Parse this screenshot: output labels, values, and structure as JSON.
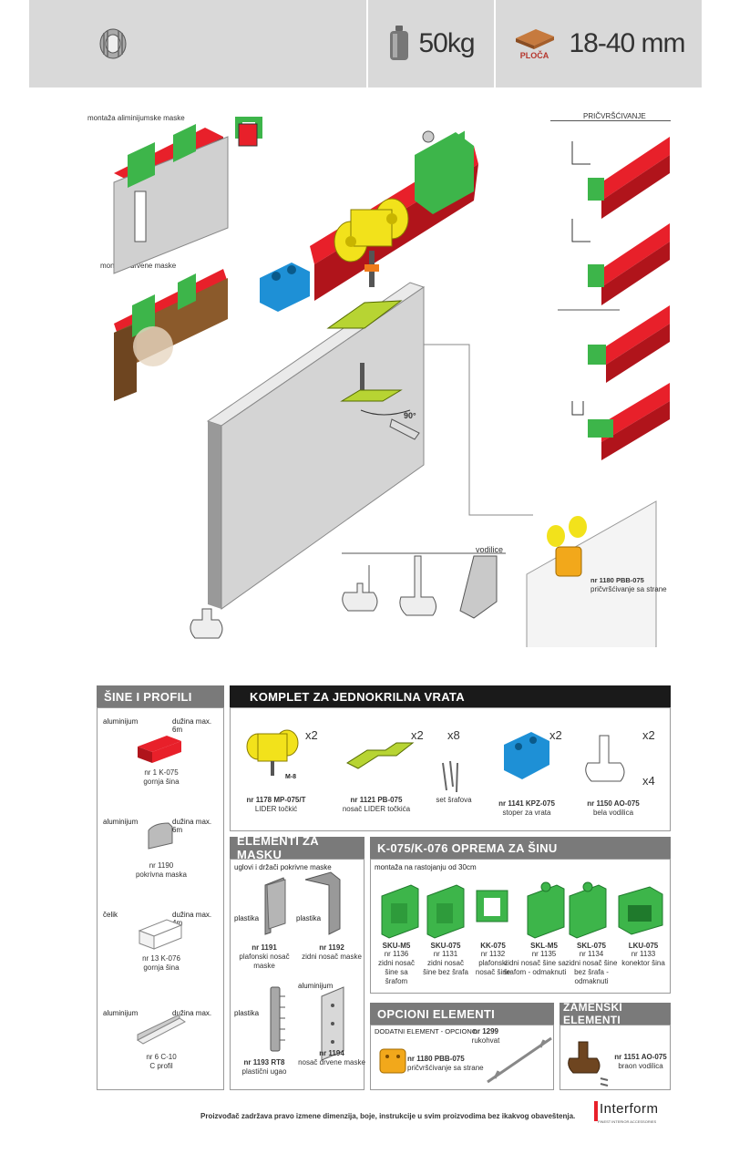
{
  "specs": {
    "weight": "50kg",
    "board_label": "PLOČA",
    "thickness": "18-40 mm"
  },
  "diagram": {
    "alu_mask_label": "montaža aliminijumske maske",
    "wood_mask_label": "montaža drvene maske",
    "fixing_label": "PRIČVRŠĆIVANJE",
    "angle_label": "90°",
    "bolt_label": "M-8",
    "guides_label": "vodilice",
    "side_fix_code": "nr 1180 PBB-075",
    "side_fix_name": "pričvršćivanje sa strane"
  },
  "rails": {
    "title": "ŠINE I PROFILI",
    "items": [
      {
        "material": "aluminijum",
        "length": "dužina max. 6m",
        "code": "nr 1 K-075",
        "name": "gornja šina"
      },
      {
        "material": "aluminijum",
        "length": "dužina max. 6m",
        "code": "nr 1190",
        "name": "pokrivna maska"
      },
      {
        "material": "čelik",
        "length": "dužina max. 4m",
        "code": "nr 13 K-076",
        "name": "gornja šina"
      },
      {
        "material": "aluminijum",
        "length": "dužina max. 6m",
        "code": "nr 6 C-10",
        "name": "C profil"
      }
    ]
  },
  "kit": {
    "title": "KOMPLET ZA JEDNOKRILNA VRATA",
    "items": [
      {
        "qty": "x2",
        "code": "nr 1178 MP-075/T",
        "name": "LIDER točkić"
      },
      {
        "qty": "x2",
        "code": "nr 1121 PB-075",
        "name": "nosač LIDER točkića"
      },
      {
        "qty": "x8",
        "code": "",
        "name": "set šrafova"
      },
      {
        "qty": "x2",
        "code": "nr 1141 KPZ-075",
        "name": "stoper za vrata"
      },
      {
        "qty": "x2",
        "qty2": "x4",
        "code": "nr 1150 AO-075",
        "name": "bela vodilica"
      }
    ]
  },
  "mask": {
    "title": "ELEMENTI ZA MASKU",
    "subtitle": "uglovi i držači pokrivne maske",
    "items": [
      {
        "material": "plastika",
        "code": "nr 1191",
        "name": "plafonski nosač maske"
      },
      {
        "material": "plastika",
        "code": "nr 1192",
        "name": "zidni nosač maske"
      },
      {
        "material": "plastika",
        "code": "nr 1193 RT8",
        "name": "plastični ugao"
      },
      {
        "material": "aluminijum",
        "code": "nr 1194",
        "name": "nosač drvene maske"
      }
    ]
  },
  "rail_equipment": {
    "title": "K-075/K-076 OPREMA ZA ŠINU",
    "subtitle": "montaža na rastojanju od 30cm",
    "items": [
      {
        "code": "SKU-M5",
        "nr": "nr 1136",
        "name": "zidni nosač šine sa šrafom"
      },
      {
        "code": "SKU-075",
        "nr": "nr 1131",
        "name": "zidni nosač šine bez šrafa"
      },
      {
        "code": "KK-075",
        "nr": "nr 1132",
        "name": "plafonski nosač šine"
      },
      {
        "code": "SKL-M5",
        "nr": "nr 1135",
        "name": "zidni nosač šine sa šrafom - odmaknuti"
      },
      {
        "code": "SKL-075",
        "nr": "nr 1134",
        "name": "zidni nosač šine bez šrafa - odmaknuti"
      },
      {
        "code": "LKU-075",
        "nr": "nr 1133",
        "name": "konektor šina"
      }
    ]
  },
  "optional": {
    "title": "OPCIONI ELEMENTI",
    "subtitle": "DODATNI ELEMENT - OPCIONO",
    "items": [
      {
        "code": "nr 1180 PBB-075",
        "name": "pričvršćivanje sa strane"
      },
      {
        "code": "nr 1299",
        "name": "rukohvat"
      }
    ]
  },
  "replacement": {
    "title": "ZAMENSKI ELEMENTI",
    "items": [
      {
        "code": "nr 1151 AO-075",
        "name": "braon vodilica"
      }
    ]
  },
  "footer": {
    "disclaimer": "Proizvođač zadržava pravo izmene dimenzija, boje, instrukcije u svim proizvodima bez ikakvog obaveštenja.",
    "brand": "Interform",
    "brand_sub": "FINEST INTERIOR ACCESSORIES"
  }
}
